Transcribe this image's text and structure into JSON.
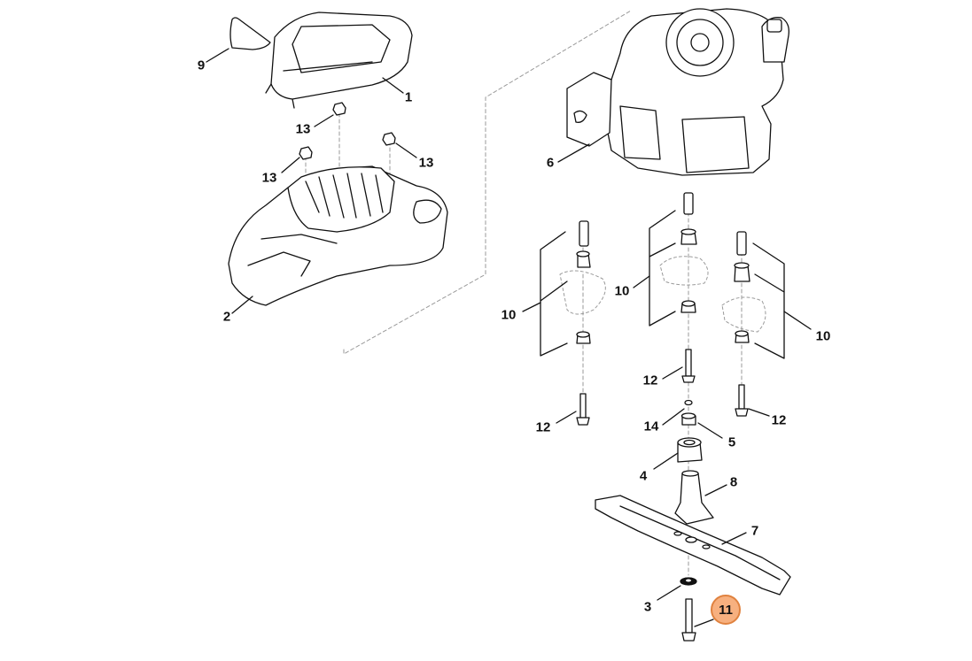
{
  "callouts": {
    "c9": "9",
    "c1": "1",
    "c13a": "13",
    "c13b": "13",
    "c13c": "13",
    "c2": "2",
    "c6": "6",
    "c10a": "10",
    "c10b": "10",
    "c10c": "10",
    "c12a": "12",
    "c12b": "12",
    "c12c": "12",
    "c14": "14",
    "c5": "5",
    "c4": "4",
    "c8": "8",
    "c7": "7",
    "c3": "3",
    "c11": "11"
  },
  "colors": {
    "highlight_fill": "#f7b07f",
    "highlight_stroke": "#e0823f",
    "line": "#111111",
    "dash": "#9a9a9a"
  },
  "highlighted_part": "11"
}
